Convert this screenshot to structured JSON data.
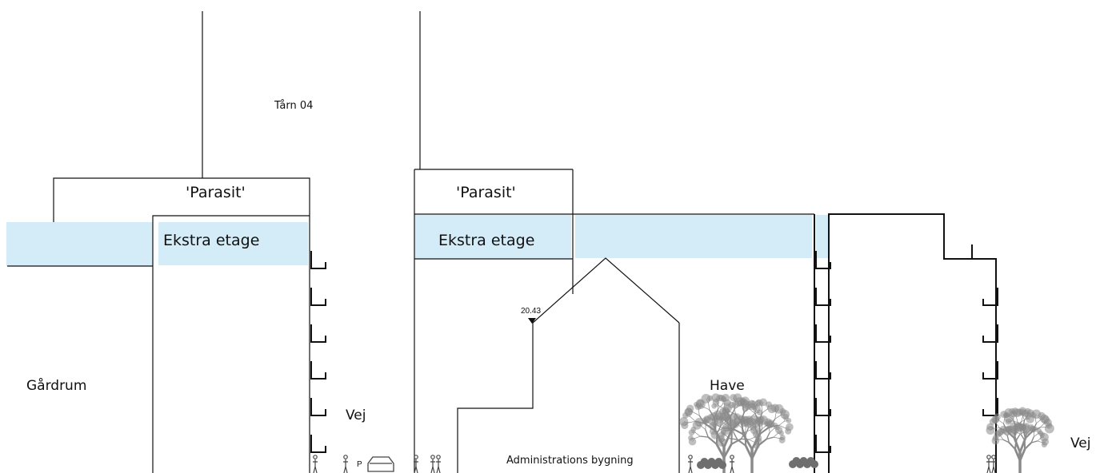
{
  "labels": {
    "tower": "Tårn 04",
    "parasite_left": "'Parasit'",
    "parasite_center": "'Parasit'",
    "extra_floor_left": "Ekstra etage",
    "extra_floor_center": "Ekstra etage",
    "courtyard": "Gårdrum",
    "road_left": "Vej",
    "road_right": "Vej",
    "garden": "Have",
    "admin_building": "Administrations bygning",
    "elevation_marker": "20.43",
    "parking": "P"
  },
  "colors": {
    "line": "#111111",
    "extra_floor_fill": "#d4ecf8",
    "tree": "#8a8a8a",
    "tree_dark": "#6f6f6f",
    "figure": "#444444"
  }
}
